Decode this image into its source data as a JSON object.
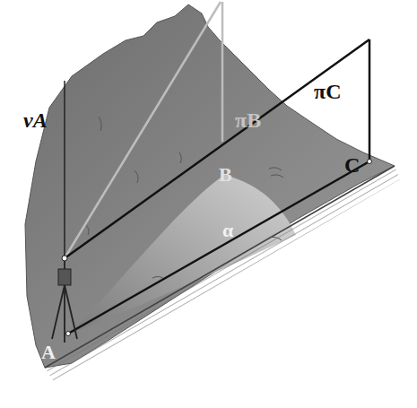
{
  "diagram": {
    "labels": [
      "νA",
      "πB",
      "πC",
      "B",
      "C",
      "α",
      "A"
    ]
  }
}
